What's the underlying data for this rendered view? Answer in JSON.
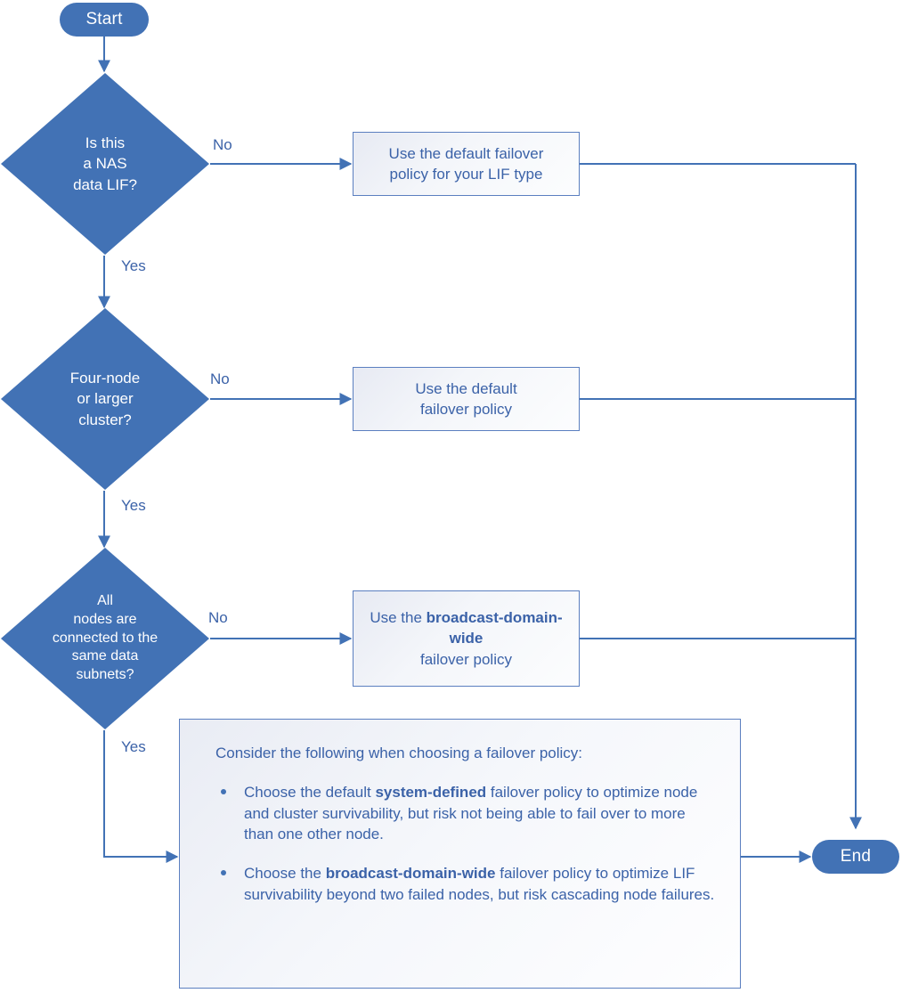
{
  "diagram": {
    "title": "LIF failover policy decision flowchart",
    "colors": {
      "node_fill": "#4272B5",
      "node_text": "#FFFFFF",
      "box_border": "#5B7FC0",
      "box_text": "#3B62A8",
      "connector": "#4272B5",
      "background": "#FFFFFF"
    }
  },
  "nodes": {
    "start": {
      "label": "Start"
    },
    "end": {
      "label": "End"
    },
    "decision_1": {
      "label": "Is this\na NAS\ndata LIF?",
      "lines": [
        "Is this",
        "a NAS",
        "data LIF?"
      ]
    },
    "decision_2": {
      "label": "Four-node\nor larger\ncluster?",
      "lines": [
        "Four-node",
        "or larger",
        "cluster?"
      ]
    },
    "decision_3": {
      "label": "All\nnodes are\nconnected to the\nsame data\nsubnets?",
      "lines": [
        "All",
        "nodes are",
        "connected to the",
        "same data",
        "subnets?"
      ]
    },
    "process_1": {
      "lines": [
        "Use the default failover",
        "policy for your LIF type"
      ]
    },
    "process_2": {
      "lines": [
        "Use the default",
        "failover policy"
      ]
    },
    "process_3": {
      "text_before": "Use the ",
      "bold": "broadcast-domain-wide",
      "text_after": " failover policy",
      "lines": [
        "Use the broadcast-",
        "domain-wide",
        "failover policy"
      ]
    }
  },
  "note": {
    "lead": "Consider the following when choosing a failover policy:",
    "bullets": [
      {
        "part1": "Choose the default ",
        "bold": "system-defined",
        "part2": " failover policy to optimize node and cluster survivability, but risk not being able to fail over to more than one other node."
      },
      {
        "part1": "Choose the ",
        "bold": "broadcast-domain-wide",
        "part2": " failover policy to optimize LIF survivability beyond two failed nodes, but risk cascading node failures."
      }
    ]
  },
  "edge_labels": {
    "d1_no": "No",
    "d1_yes": "Yes",
    "d2_no": "No",
    "d2_yes": "Yes",
    "d3_no": "No",
    "d3_yes": "Yes"
  }
}
